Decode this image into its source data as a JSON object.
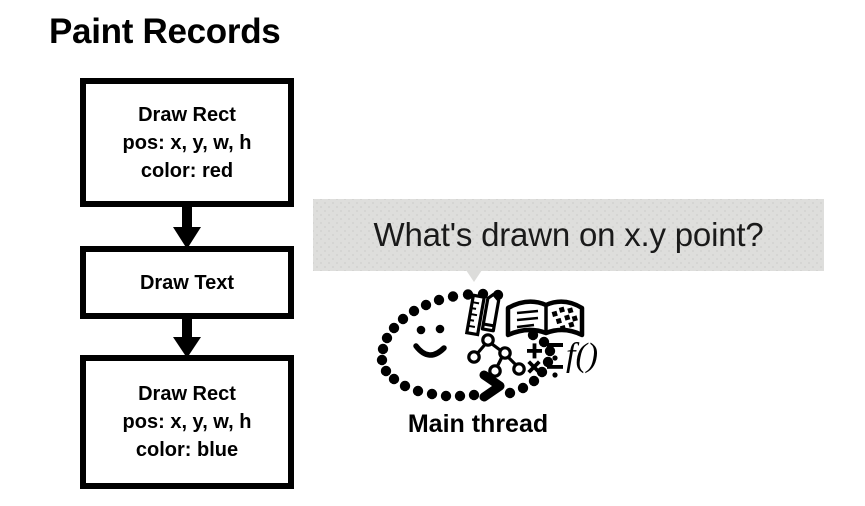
{
  "slide": {
    "title": "Paint Records",
    "background_color": "#ffffff",
    "ink_color": "#000000"
  },
  "paint_records": {
    "boxes": [
      {
        "name": "draw-rect-red",
        "lines": [
          "Draw Rect",
          "pos: x, y, w, h",
          "color: red"
        ]
      },
      {
        "name": "draw-text",
        "lines": [
          "Draw Text"
        ]
      },
      {
        "name": "draw-rect-blue",
        "lines": [
          "Draw Rect",
          "pos: x, y, w, h",
          "color: blue"
        ]
      }
    ],
    "arrow_icon_name": "down-arrow-icon"
  },
  "question": {
    "bubble_text": "What's drawn on x.y point?",
    "bubble_color": "#dededc",
    "tail_icon_name": "speech-bubble-tail-icon"
  },
  "illustration": {
    "name": "thinking-head-illustration",
    "caption": "Main thread",
    "elements": [
      "dotted-head-outline-icon",
      "smiley-eyes-icon",
      "smile-icon",
      "nose-chevron-icon",
      "ruler-icon",
      "pencil-icon",
      "open-book-icon",
      "tree-graph-icon",
      "math-symbols-icon",
      "function-notation-icon"
    ],
    "math_symbols": [
      "+",
      "−",
      "×",
      "÷"
    ],
    "function_text": "f()"
  }
}
